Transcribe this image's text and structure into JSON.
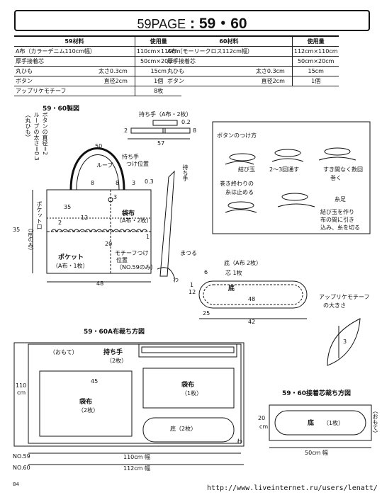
{
  "header": {
    "title_page": "59PAGE",
    "title_sep": ":",
    "title_nums": "59・60"
  },
  "materials_59": {
    "title": "59材料",
    "col_usage": "使用量",
    "rows": [
      {
        "name": "A布（カラーデニム110cm幅）",
        "size": "",
        "qty": "110cm×110cm"
      },
      {
        "name": "厚手接着芯",
        "size": "",
        "qty": "50cm×20cm"
      },
      {
        "name": "丸ひも",
        "size": "太さ0.3cm",
        "qty": "15cm"
      },
      {
        "name": "ボタン",
        "size": "直径2cm",
        "qty": "1個"
      },
      {
        "name": "アップリケモチーフ",
        "size": "",
        "qty": "8枚"
      }
    ]
  },
  "materials_60": {
    "title": "60材料",
    "col_usage": "使用量",
    "rows": [
      {
        "name": "A布（モーリークロス112cm幅）",
        "size": "",
        "qty": "112cm×110cm"
      },
      {
        "name": "厚手接着芯",
        "size": "",
        "qty": "50cm×20cm"
      },
      {
        "name": "丸ひも",
        "size": "太さ0.3cm",
        "qty": "15cm"
      },
      {
        "name": "ボタン",
        "size": "直径2cm",
        "qty": "1個"
      }
    ]
  },
  "sewing": {
    "section_title": "59・60製図",
    "button_diameter": "ボタンの直径＝2",
    "loop_thickness": "ループの太さ＝0.3",
    "loop_maru": "（丸ひも）",
    "handle_title": "持ち手（A布・2枚）",
    "handle_dims": {
      "top": "0.2",
      "left": "2",
      "right": "8",
      "bottom": "57"
    },
    "bag_dims": {
      "handle_len": "50",
      "n8a": "8",
      "n8b": "8",
      "n3": "3",
      "n03": "0.3",
      "n35": "35",
      "n12": "12",
      "n2": "2",
      "n20": "20",
      "n3b": "3",
      "height": "35",
      "width": "48",
      "n1": "1"
    },
    "loop_label": "ループ",
    "handle_pos": "持ち手",
    "handle_pos2": "つけ位置",
    "handle_label_v": "持ち手",
    "bag_label": "袋布",
    "bag_sub": "（A布・2枚）",
    "pocket_label": "ポケット",
    "pocket_sub": "（A布・1枚）",
    "pocket_mouth": "ポケット口",
    "pocket_mouth2": "（前のみ）",
    "motif_pos": "モチーフつけ",
    "motif_pos2": "位置",
    "motif_no": "（NO.59のみ）",
    "fold_a": "わ",
    "fold_label": "まつる",
    "bottom_title": "底（A布 2枚）",
    "bottom_sub": "芯 1枚",
    "bottom_label": "底",
    "bottom_dims": {
      "n6": "6",
      "n12": "12",
      "n48": "48",
      "n25": "25",
      "n42": "42",
      "n1": "1"
    },
    "applique_note": "アップリケモチーフ",
    "applique_note2": "の大きさ",
    "applique_dim": "3"
  },
  "button_howto": {
    "title": "ボタンのつけ方",
    "step1": "結び玉",
    "step2": "2〜3回通す",
    "step3": "すき間なく数回",
    "step3b": "巻く",
    "step4": "巻き終わりの",
    "step4b": "糸は止める",
    "step5": "結び玉を作り",
    "step5b": "布の間に引き",
    "step5c": "込み、糸を切る",
    "note": "糸足"
  },
  "layout_a": {
    "title": "59・60A布裁ち方図",
    "omote": "（おもて）",
    "handle": "持ち手",
    "handle_qty": "（2枚）",
    "bag1": "袋布",
    "bag1_qty": "（2枚）",
    "bag2": "袋布",
    "bag2_qty": "（1枚）",
    "bottom": "底（2枚）",
    "n45": "45",
    "n110": "110",
    "cm": "cm",
    "fold": "わ",
    "no59": "NO.59",
    "no60": "NO.60",
    "w59": "110cm 幅",
    "w60": "112cm 幅"
  },
  "layout_b": {
    "title": "59・60接着芯裁ち方図",
    "bottom": "底",
    "bottom_qty": "（1枚）",
    "n20": "20",
    "cm": "cm",
    "width": "50cm 幅",
    "omote": "（おもて）"
  },
  "page_number": "84",
  "watermark": "http://www.liveinternet.ru/users/lenatt/"
}
